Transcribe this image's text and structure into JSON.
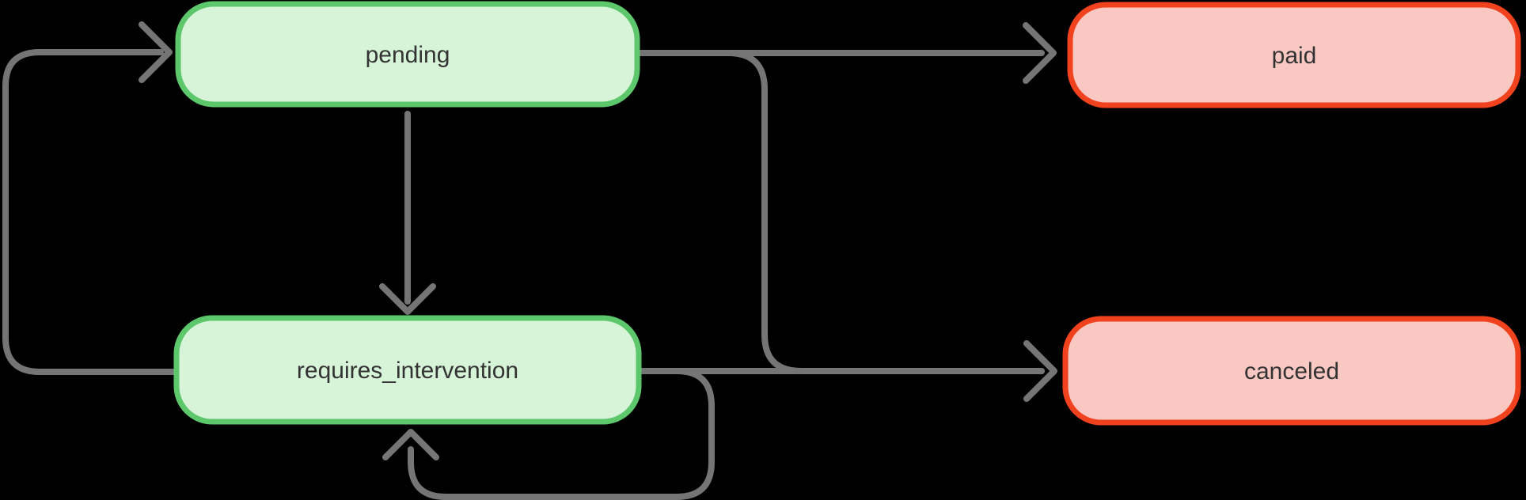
{
  "diagram": {
    "type": "state-flowchart",
    "background_color": "#000000",
    "edge_color": "#757575",
    "text_color": "#333333",
    "palette": {
      "active_state_fill": "#d7f3d8",
      "active_state_border": "#5dc76b",
      "terminal_state_fill": "#f9c8c3",
      "terminal_state_border": "#f2421d"
    },
    "nodes": [
      {
        "id": "pending",
        "label": "pending",
        "fill": "#d7f3d8",
        "border": "#5dc76b"
      },
      {
        "id": "paid",
        "label": "paid",
        "fill": "#f9c8c3",
        "border": "#f2421d"
      },
      {
        "id": "requires_intervention",
        "label": "requires_intervention",
        "fill": "#d7f3d8",
        "border": "#5dc76b"
      },
      {
        "id": "canceled",
        "label": "canceled",
        "fill": "#f9c8c3",
        "border": "#f2421d"
      }
    ],
    "edges": [
      {
        "from": "requires_intervention",
        "to": "pending",
        "route": "left loop up"
      },
      {
        "from": "pending",
        "to": "paid",
        "route": "straight right"
      },
      {
        "from": "pending",
        "to": "requires_intervention",
        "route": "straight down"
      },
      {
        "from": "pending",
        "to": "canceled",
        "route": "right, down between columns, right"
      },
      {
        "from": "requires_intervention",
        "to": "canceled",
        "route": "straight right"
      },
      {
        "from": "requires_intervention",
        "to": "requires_intervention",
        "route": "self-loop below node"
      }
    ]
  }
}
